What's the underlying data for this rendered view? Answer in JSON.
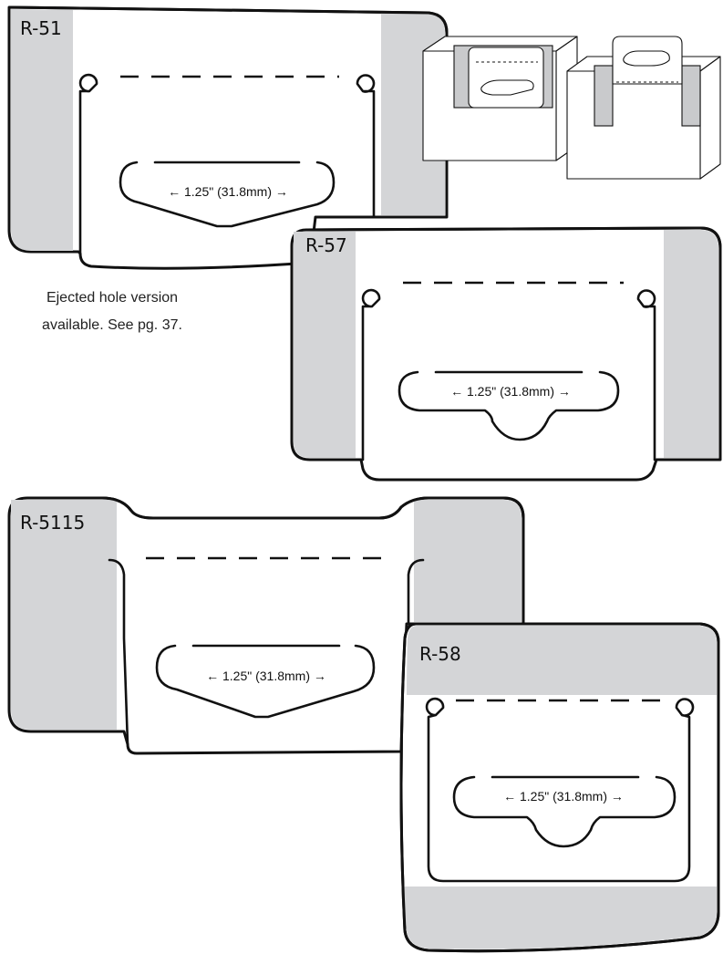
{
  "note": {
    "line1": "Ejected hole version",
    "line2": "available. See pg. 37."
  },
  "cards": [
    {
      "id": "R-51",
      "label": "R-51",
      "dimension": "← 1.25\" (31.8mm) →"
    },
    {
      "id": "R-57",
      "label": "R-57",
      "dimension": "← 1.25\" (31.8mm) →"
    },
    {
      "id": "R-5115",
      "label": "R-5115",
      "dimension": "← 1.25\" (31.8mm) →"
    },
    {
      "id": "R-58",
      "label": "R-58",
      "dimension": "← 1.25\" (31.8mm) →"
    }
  ],
  "colors": {
    "panel_gray": "#d4d5d7",
    "line": "#111111"
  },
  "illustrations": [
    "boxed-hang-tab-front-view",
    "boxed-hang-tab-angled-view"
  ]
}
